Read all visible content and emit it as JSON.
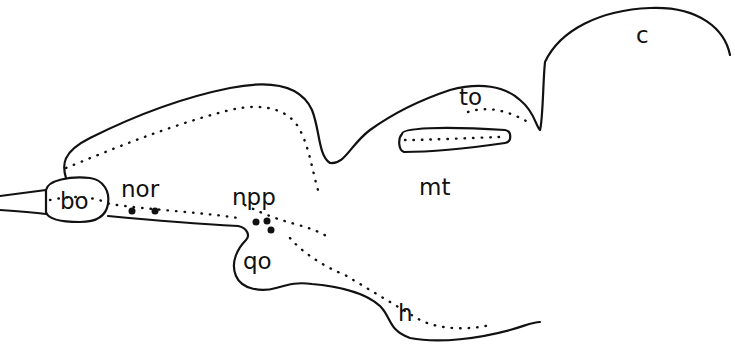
{
  "diagram": {
    "labels": [
      "c",
      "to",
      "bo",
      "nor",
      "npp",
      "mt",
      "qo",
      "h"
    ]
  }
}
